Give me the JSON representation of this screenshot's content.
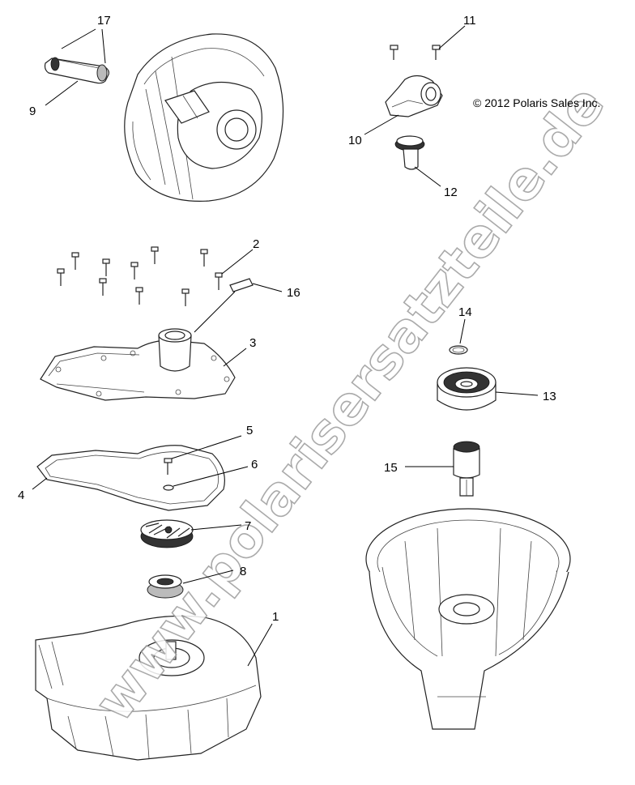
{
  "copyright": "© 2012 Polaris Sales Inc.",
  "watermark": "www.polarisersatzteile.de",
  "callouts": {
    "c1": "1",
    "c2": "2",
    "c3": "3",
    "c4": "4",
    "c5": "5",
    "c6": "6",
    "c7": "7",
    "c8": "8",
    "c9": "9",
    "c10": "10",
    "c11": "11",
    "c12": "12",
    "c13": "13",
    "c14": "14",
    "c15": "15",
    "c16": "16",
    "c17": "17"
  },
  "colors": {
    "line": "#222222",
    "watermark_outline": "#9c9c9c",
    "background": "#ffffff"
  }
}
